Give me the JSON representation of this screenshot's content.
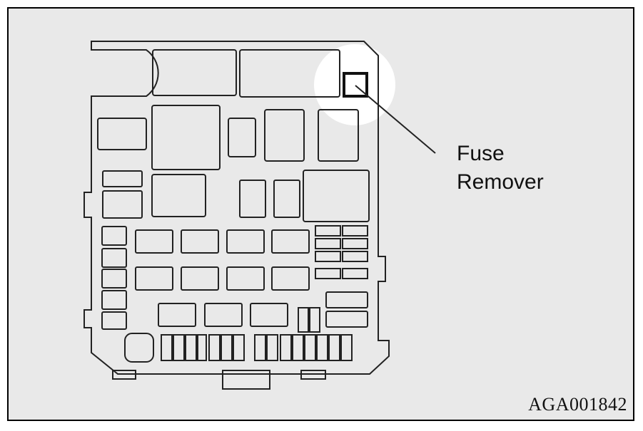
{
  "callout": {
    "line1": "Fuse",
    "line2": "Remover"
  },
  "figure_id": "AGA001842",
  "colors": {
    "background": "#e9e9e9",
    "outline": "#222222",
    "highlight": "#ffffff"
  },
  "icons": {
    "fuse_remover": "fuse-remover-icon"
  }
}
